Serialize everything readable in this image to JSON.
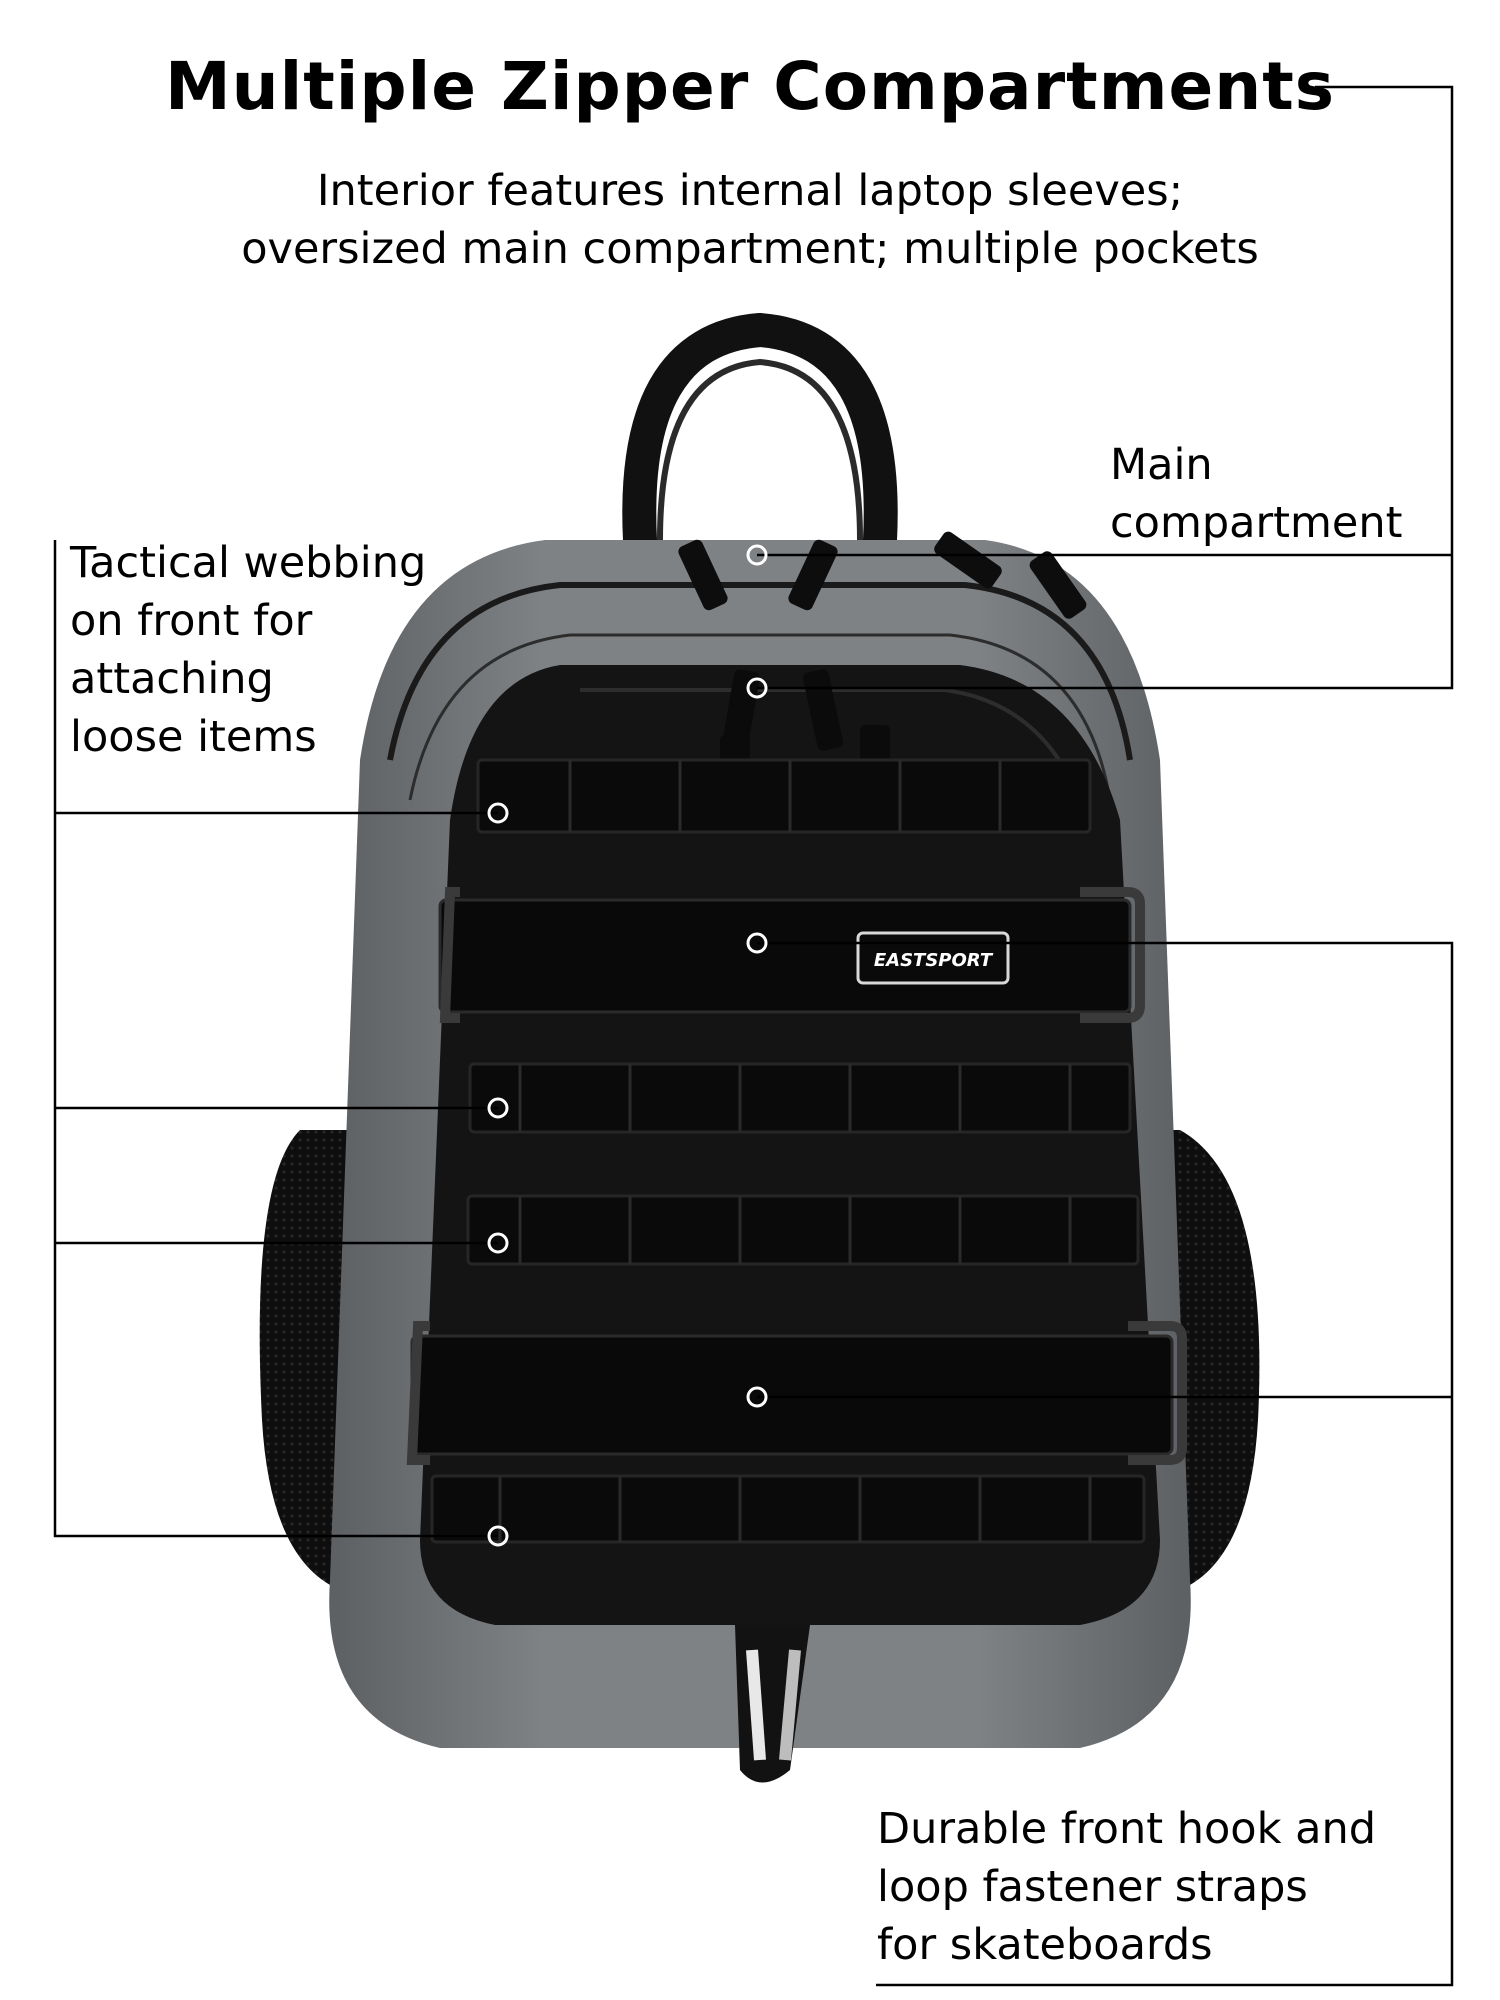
{
  "title": "Multiple Zipper Compartments",
  "subtitle": {
    "line1": "Interior features internal laptop sleeves;",
    "line2": "oversized main compartment; multiple pockets"
  },
  "labels": {
    "main_compartment": {
      "line1": "Main",
      "line2": "compartment"
    },
    "tactical_webbing": {
      "line1": "Tactical webbing",
      "line2": "on front for",
      "line3": "attaching",
      "line4": "loose items"
    },
    "straps": {
      "line1": "Durable front hook and",
      "line2": "loop fastener straps",
      "line3": "for skateboards"
    }
  },
  "product": {
    "brand_patch": "EASTSPORT",
    "icon": "backpack-icon"
  },
  "colors": {
    "body_gray": "#7a7d80",
    "panel_black": "#141414",
    "line": "#000000",
    "marker": "#ffffff"
  }
}
